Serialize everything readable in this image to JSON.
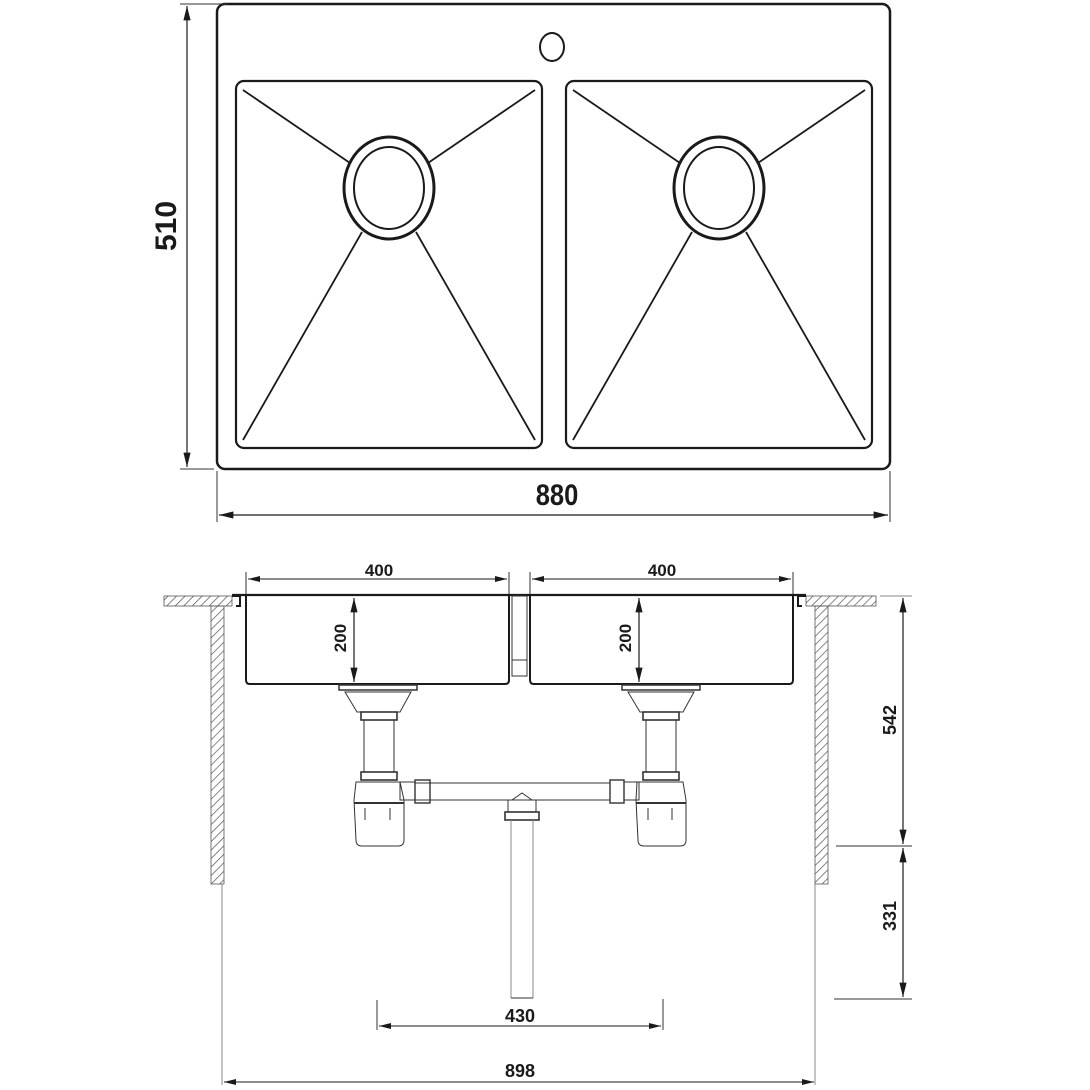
{
  "top_view": {
    "width_label": "880",
    "height_label": "510",
    "bowls": [
      {
        "name": "left-bowl"
      },
      {
        "name": "right-bowl"
      }
    ],
    "tap_hole": "tap-hole-icon"
  },
  "side_view": {
    "left_bowl_width": "400",
    "right_bowl_width": "400",
    "left_bowl_depth": "200",
    "right_bowl_depth": "200",
    "cabinet_height_upper": "542",
    "cabinet_height_lower": "331",
    "drain_spacing": "430",
    "cabinet_width": "898"
  },
  "colors": {
    "line": "#1a1a1a",
    "hatch": "#555555",
    "background": "#ffffff"
  }
}
